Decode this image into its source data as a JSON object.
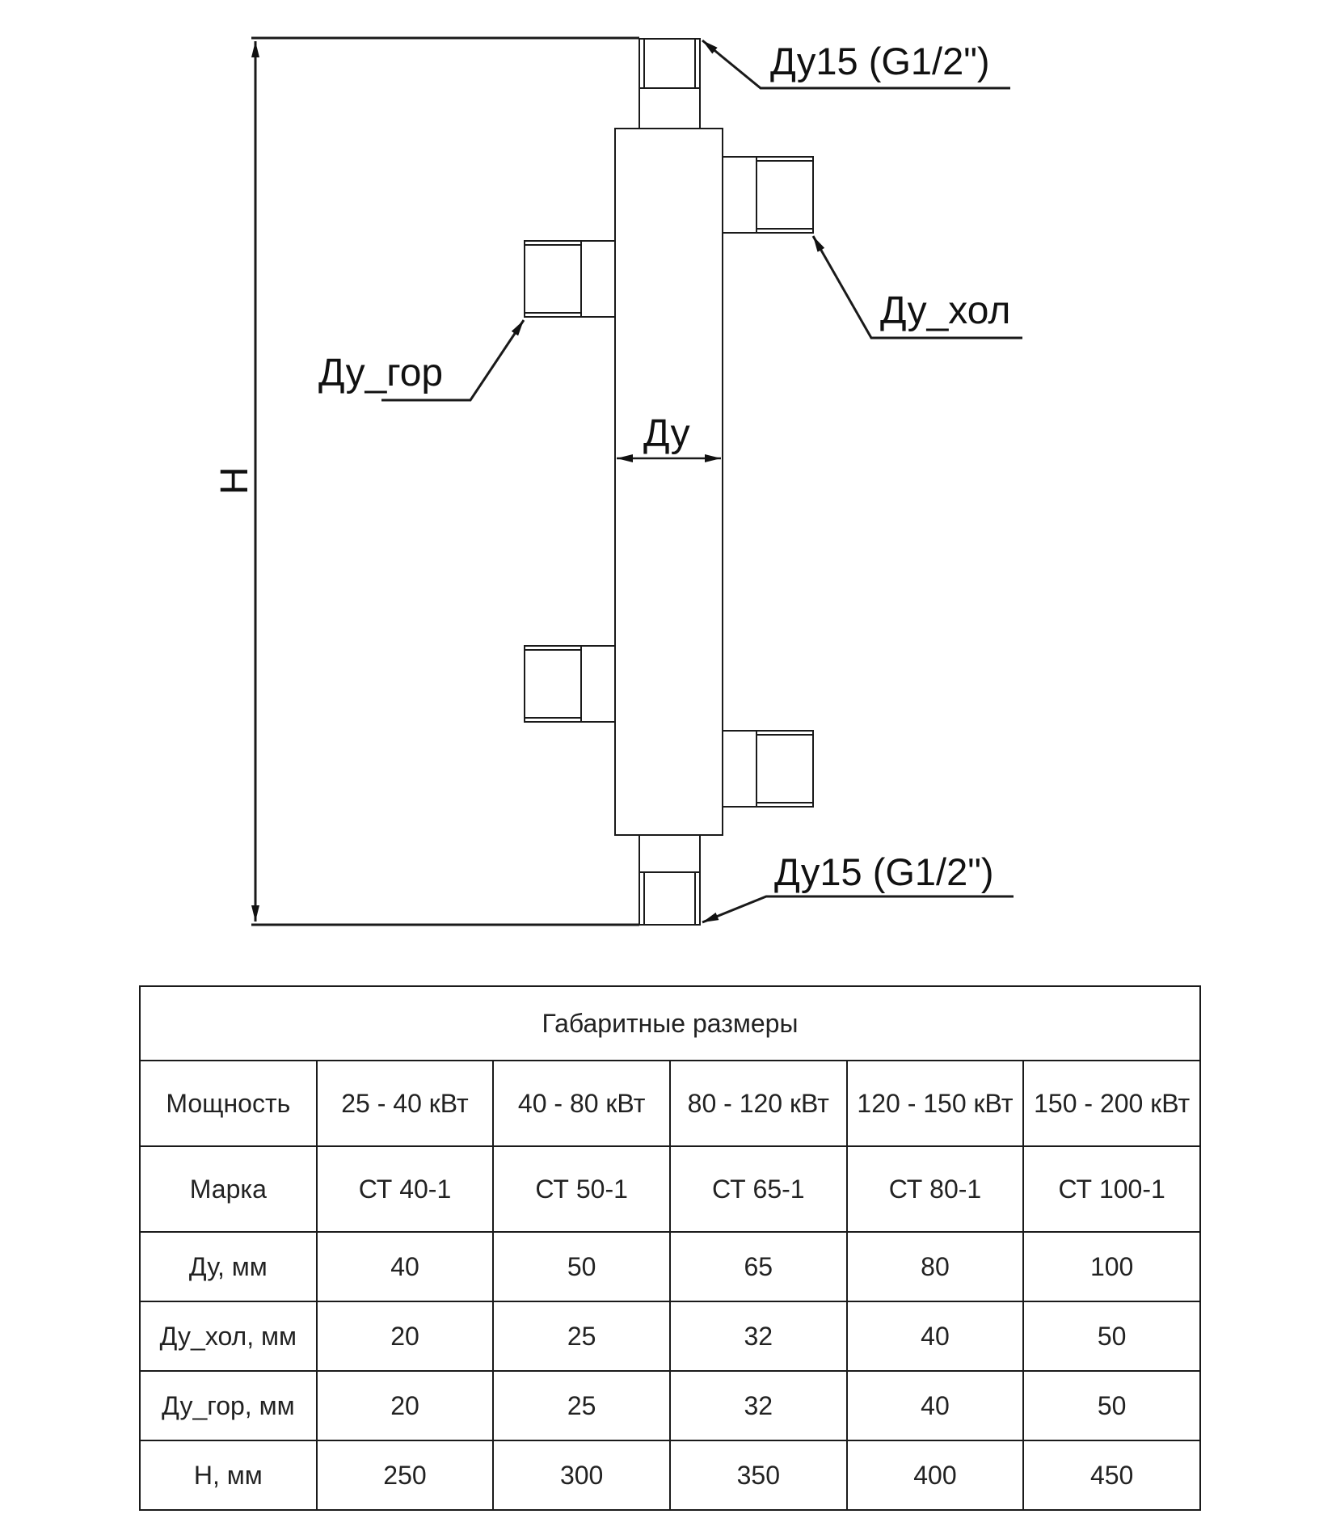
{
  "drawing": {
    "labels": {
      "top_port": "Ду15 (G1/2\")",
      "bottom_port": "Ду15 (G1/2\")",
      "cold_port": "Ду_хол",
      "hot_port": "Ду_гор",
      "body_diameter": "Ду",
      "height": "H"
    }
  },
  "table": {
    "title": "Габаритные размеры",
    "rows": [
      {
        "label": "Мощность",
        "values": [
          "25 - 40 кВт",
          "40 - 80 кВт",
          "80 - 120 кВт",
          "120 - 150 кВт",
          "150 - 200 кВт"
        ]
      },
      {
        "label": "Марка",
        "values": [
          "СТ 40-1",
          "СТ 50-1",
          "СТ 65-1",
          "СТ 80-1",
          "СТ 100-1"
        ]
      },
      {
        "label": "Ду, мм",
        "values": [
          "40",
          "50",
          "65",
          "80",
          "100"
        ]
      },
      {
        "label": "Ду_хол, мм",
        "values": [
          "20",
          "25",
          "32",
          "40",
          "50"
        ]
      },
      {
        "label": "Ду_гор, мм",
        "values": [
          "20",
          "25",
          "32",
          "40",
          "50"
        ]
      },
      {
        "label": "Н, мм",
        "values": [
          "250",
          "300",
          "350",
          "400",
          "450"
        ]
      }
    ]
  }
}
